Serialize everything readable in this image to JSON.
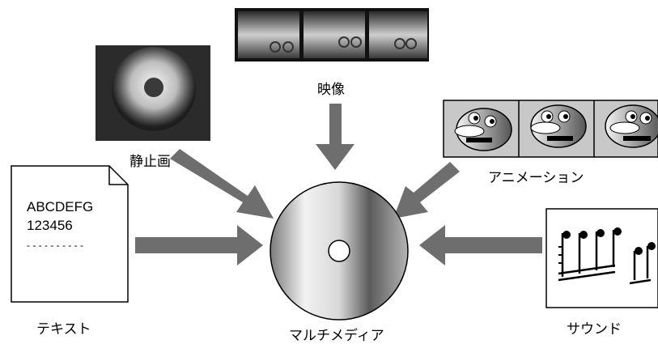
{
  "center": {
    "label": "マルチメディア"
  },
  "sources": {
    "video": {
      "label": "映像"
    },
    "still": {
      "label": "静止画"
    },
    "animation": {
      "label": "アニメーション"
    },
    "text": {
      "label": "テキスト",
      "line1": "ABCDEFG",
      "line2": "123456",
      "rule": "- - - - - - - - - -"
    },
    "sound": {
      "label": "サウンド"
    }
  },
  "colors": {
    "arrow": "#6e6e6e",
    "panel_bg": "#c8c8c8",
    "disc_light": "#f2f2f2",
    "disc_dark": "#4a4a4a"
  }
}
